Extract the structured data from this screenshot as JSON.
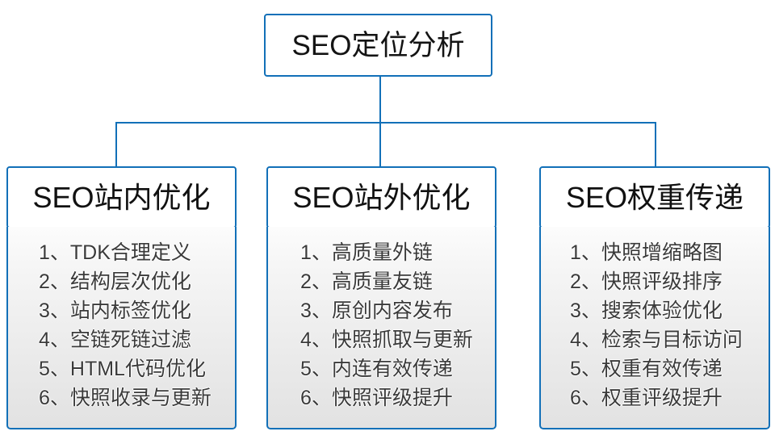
{
  "diagram": {
    "root": {
      "label": "SEO定位分析"
    },
    "branches": [
      {
        "title": "SEO站内优化",
        "items": [
          "1、TDK合理定义",
          "2、结构层次优化",
          "3、站内标签优化",
          "4、空链死链过滤",
          "5、HTML代码优化",
          "6、快照收录与更新"
        ]
      },
      {
        "title": "SEO站外优化",
        "items": [
          "1、高质量外链",
          "2、高质量友链",
          "3、原创内容发布",
          "4、快照抓取与更新",
          "5、内连有效传递",
          "6、快照评级提升"
        ]
      },
      {
        "title": "SEO权重传递",
        "items": [
          "1、快照增缩略图",
          "2、快照评级排序",
          "3、搜索体验优化",
          "4、检索与目标访问",
          "5、权重有效传递",
          "6、权重评级提升"
        ]
      }
    ],
    "colors": {
      "border": "#1270b8",
      "connector": "#1270b8",
      "header_background": "#ffffff",
      "body_gradient_top": "#fcfcfc",
      "body_gradient_bottom": "#e2e2e2",
      "title_text": "#141414",
      "item_text": "#3a3a3a"
    }
  }
}
